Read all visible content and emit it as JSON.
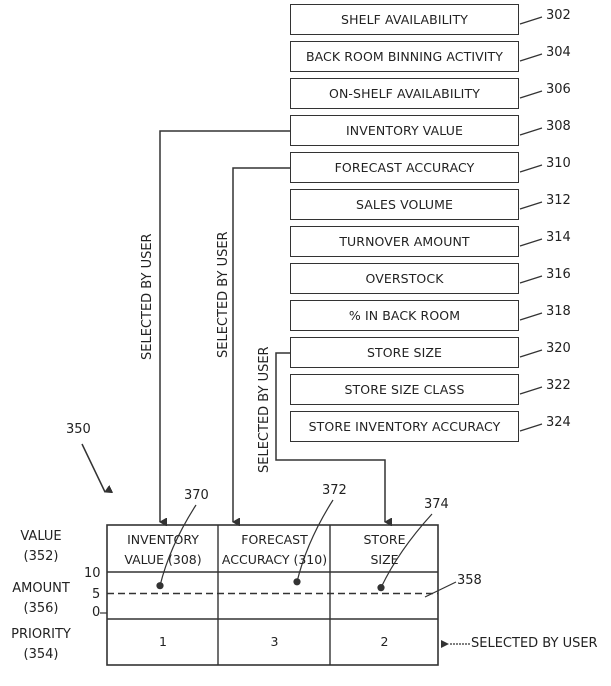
{
  "metrics": [
    {
      "label": "SHELF AVAILABILITY",
      "ref": "302"
    },
    {
      "label": "BACK ROOM BINNING ACTIVITY",
      "ref": "304"
    },
    {
      "label": "ON-SHELF AVAILABILITY",
      "ref": "306"
    },
    {
      "label": "INVENTORY VALUE",
      "ref": "308"
    },
    {
      "label": "FORECAST ACCURACY",
      "ref": "310"
    },
    {
      "label": "SALES VOLUME",
      "ref": "312"
    },
    {
      "label": "TURNOVER AMOUNT",
      "ref": "314"
    },
    {
      "label": "OVERSTOCK",
      "ref": "316"
    },
    {
      "label": "% IN BACK ROOM",
      "ref": "318"
    },
    {
      "label": "STORE SIZE",
      "ref": "320"
    },
    {
      "label": "STORE SIZE CLASS",
      "ref": "322"
    },
    {
      "label": "STORE INVENTORY ACCURACY",
      "ref": "324"
    }
  ],
  "selection_notes": {
    "arrow1": "SELECTED BY USER",
    "arrow2": "SELECTED BY USER",
    "arrow3": "SELECTED BY USER",
    "priority_note": "SELECTED BY USER"
  },
  "table": {
    "ref": "350",
    "row_labels": {
      "value": [
        "VALUE",
        "(352)"
      ],
      "amount": [
        "AMOUNT",
        "(356)"
      ],
      "priority": [
        "PRIORITY",
        "(354)"
      ]
    },
    "axis_ticks": [
      "10",
      "5",
      "0"
    ],
    "threshold": {
      "value": 5,
      "ref": "358"
    },
    "axis_range": [
      0,
      10
    ],
    "columns": [
      {
        "header": [
          "INVENTORY",
          "VALUE (308)"
        ],
        "amount": 7,
        "marker_ref": "370",
        "priority": "1"
      },
      {
        "header": [
          "FORECAST",
          "ACCURACY (310)"
        ],
        "amount": 8,
        "marker_ref": "372",
        "priority": "3"
      },
      {
        "header": [
          "STORE",
          "SIZE"
        ],
        "amount": 6.5,
        "marker_ref": "374",
        "priority": "2"
      }
    ]
  }
}
